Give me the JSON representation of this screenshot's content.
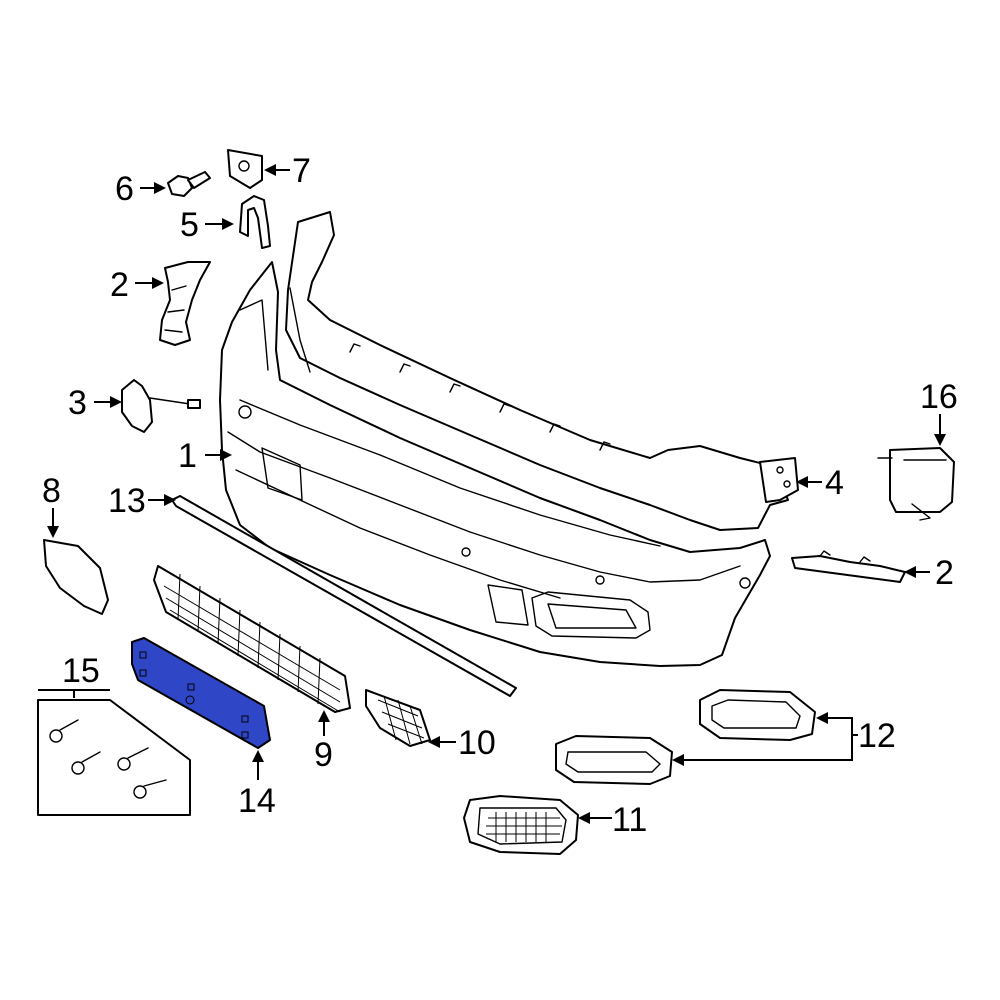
{
  "callouts": {
    "c1": "1",
    "c2a": "2",
    "c2b": "2",
    "c3": "3",
    "c4": "4",
    "c5": "5",
    "c6": "6",
    "c7": "7",
    "c8": "8",
    "c9": "9",
    "c10": "10",
    "c11": "11",
    "c12": "12",
    "c13": "13",
    "c14": "14",
    "c15": "15",
    "c16": "16"
  },
  "colors": {
    "highlight": "#2f47c6",
    "line": "#000000",
    "background": "#ffffff"
  }
}
